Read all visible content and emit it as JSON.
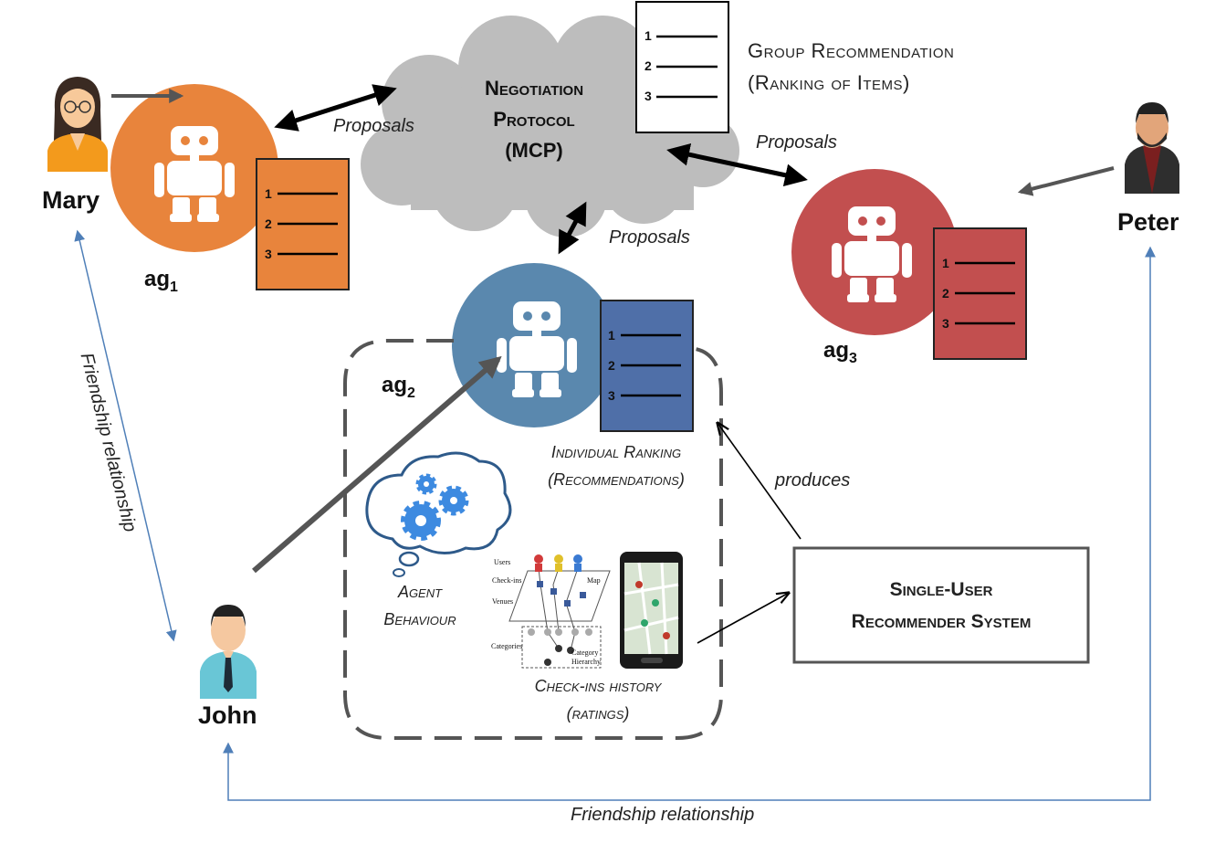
{
  "people": {
    "mary": "Mary",
    "peter": "Peter",
    "john": "John"
  },
  "agents": {
    "ag1": {
      "base": "ag",
      "sub": "1",
      "color": "#e8843c"
    },
    "ag2": {
      "base": "ag",
      "sub": "2",
      "color": "#5a88ae"
    },
    "ag3": {
      "base": "ag",
      "sub": "3",
      "color": "#c24f4f"
    }
  },
  "negotiation": {
    "line1": "Negotiation",
    "line2": "Protocol",
    "line3": "(MCP)"
  },
  "group_recommendation": {
    "line1": "Group Recommendation",
    "line2": "(Ranking of Items)"
  },
  "ranking_numbers": [
    "1",
    "2",
    "3"
  ],
  "edges": {
    "proposals": "Proposals",
    "produces": "produces",
    "friendship": "Friendship relationship"
  },
  "individual_ranking": {
    "line1": "Individual Ranking",
    "line2": "(Recommendations)"
  },
  "agent_behaviour": {
    "line1": "Agent",
    "line2": "Behaviour"
  },
  "checkins": {
    "line1": "Check-ins history",
    "line2": "(ratings)",
    "graph_labels": [
      "Users",
      "Check-ins",
      "Venues",
      "Categories",
      "Map",
      "Category",
      "Hierarchy"
    ]
  },
  "system": {
    "line1": "Single-User",
    "line2": "Recommender System"
  },
  "colors": {
    "cloud": "#bdbdbd",
    "gear": "#3d8ae0",
    "friendship_line": "#4f7fb8",
    "user_arrow": "#555555"
  }
}
